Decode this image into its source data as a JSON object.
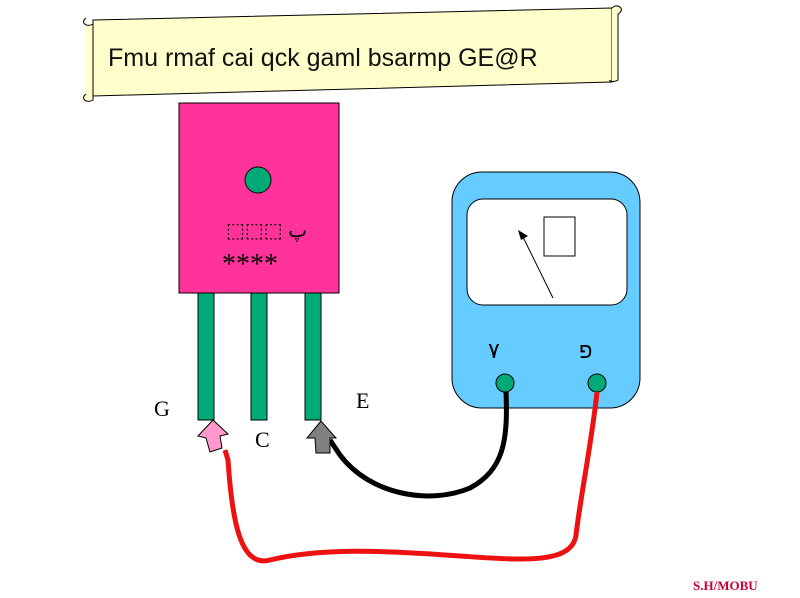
{
  "banner": {
    "title": "Fmu rmaf cai  qck gaml bsarmp  GE@R"
  },
  "transistor": {
    "marking_line1": "⬚⬚⬚ ﭖ",
    "marking_line2": "****"
  },
  "pins": {
    "g": "G",
    "c": "C",
    "e": "E"
  },
  "meter": {
    "terminal_left": "٧",
    "terminal_right": "פ"
  },
  "footer": {
    "credit": "S.H/MOBU"
  },
  "colors": {
    "banner_fill": "#ffffcc",
    "transistor_body": "#ff3399",
    "lead_green": "#00aa77",
    "meter_body": "#66ccff",
    "probe_red": "#ee1111",
    "probe_black": "#000000",
    "credit": "#cc0033"
  }
}
